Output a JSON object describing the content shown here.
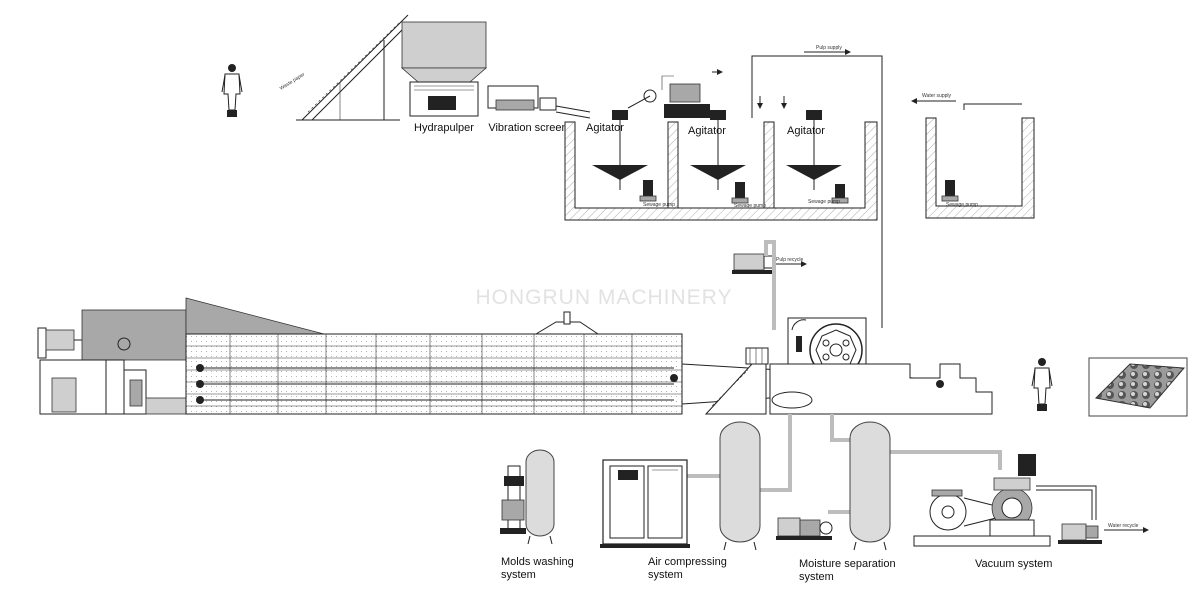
{
  "watermark": "HONGRUN MACHINERY",
  "labels": {
    "hydrapulper": "Hydrapulper",
    "vibration_screen": "Vibration screen",
    "agitator_1": "Agitator",
    "agitator_2": "Agitator",
    "agitator_3": "Agitator",
    "molds_washing_line1": "Molds washing",
    "molds_washing_line2": "system",
    "air_compressing_line1": "Air compressing",
    "air_compressing_line2": "system",
    "moisture_separation_line1": "Moisture separation",
    "moisture_separation_line2": "system",
    "vacuum_system": "Vacuum system"
  },
  "small_labels": {
    "waste_paper": "Waste paper",
    "pulp_supply": "Pulp supply",
    "water_supply": "Water supply",
    "pulp_recycle": "Pulp recycle",
    "water_recycle": "Water recycle",
    "sewage_pump_1": "Sewage pump",
    "sewage_pump_2": "Sewage pump",
    "sewage_pump_3": "Sewage pump",
    "sewage_pump_4": "Sewage pump"
  },
  "colors": {
    "line": "#222222",
    "pipe": "#bdbdbd",
    "vessel": "#dcdcdc",
    "machine": "#a8a8a8",
    "watermark": "#e2e2e2"
  },
  "icons": [
    "worker-figure",
    "egg-tray-product",
    "pump",
    "agitator",
    "vacuum-pump",
    "air-compressor"
  ]
}
